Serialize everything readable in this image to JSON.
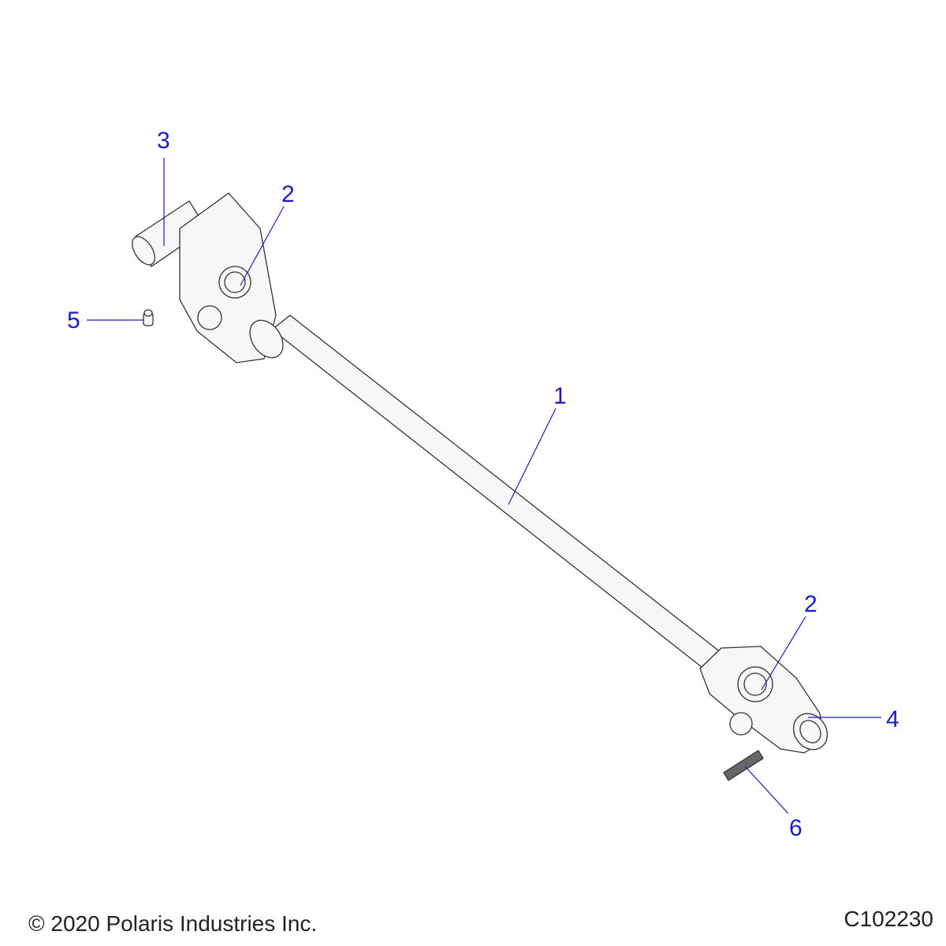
{
  "callouts": [
    "1",
    "2",
    "3",
    "4",
    "5",
    "6"
  ],
  "footer": {
    "copyright": "© 2020 Polaris Industries Inc.",
    "diagram_code": "C102230"
  },
  "colors": {
    "callout": "#1a1acc",
    "line": "#222222",
    "part_fill": "#f7f7f7"
  }
}
